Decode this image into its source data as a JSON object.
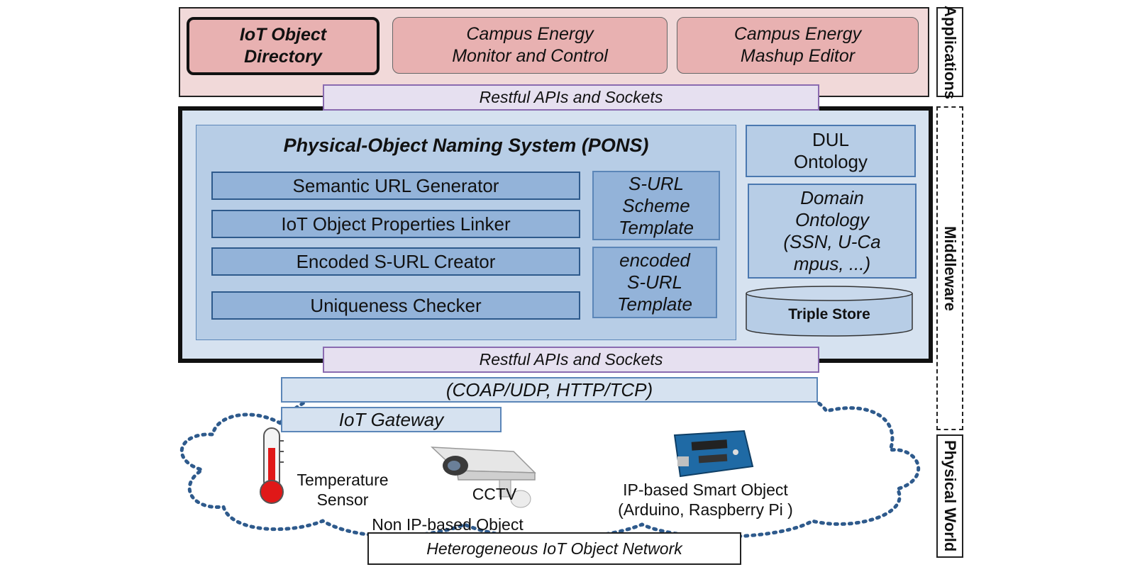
{
  "applications": {
    "tab_label": "Applications",
    "directory_line1": "IoT Object",
    "directory_line2": "Directory",
    "monitor_line1": "Campus Energy",
    "monitor_line2": "Monitor and Control",
    "mashup_line1": "Campus Energy",
    "mashup_line2": "Mashup  Editor"
  },
  "api_top": "Restful APIs and Sockets",
  "middleware": {
    "tab_label": "Middleware",
    "pons_title": "Physical-Object Naming System (PONS)",
    "components": [
      "Semantic  URL Generator",
      "IoT Object Properties Linker",
      "Encoded S-URL Creator",
      "Uniqueness Checker"
    ],
    "surl_template": [
      "S-URL",
      "Scheme",
      "Template"
    ],
    "encoded_template": [
      "encoded",
      "S-URL",
      "Template"
    ],
    "dul_ontology": [
      "DUL",
      "Ontology"
    ],
    "domain_ontology": [
      "Domain",
      "Ontology",
      "(SSN, U-Ca",
      "mpus, ...)"
    ],
    "triple_store": "Triple Store"
  },
  "api_bottom": "Restful APIs and Sockets",
  "protocols": "(COAP/UDP, HTTP/TCP)",
  "gateway": "IoT Gateway",
  "physical": {
    "tab_label": "Physical World",
    "temperature_line1": "Temperature",
    "temperature_line2": "Sensor",
    "cctv": "CCTV",
    "non_ip": "Non IP-based Object",
    "ip_smart_line1": "IP-based Smart Object",
    "ip_smart_line2": "(Arduino, Raspberry Pi )",
    "network": "Heterogeneous IoT Object Network"
  },
  "colors": {
    "applications_fill": "#f1d9d9",
    "app_box_fill": "#e8b1b1",
    "middleware_fill": "#d6e2f0",
    "component_fill": "#93b3d9",
    "api_border": "#8a6bb0",
    "cloud_dots": "#2e5a8c"
  }
}
